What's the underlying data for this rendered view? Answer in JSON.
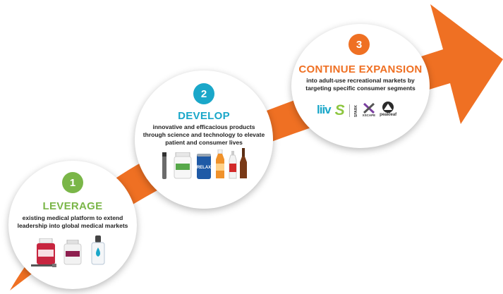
{
  "colors": {
    "arrow": "#ef7023",
    "leverage": "#7ab648",
    "develop": "#1aa7c9",
    "expansion": "#ef7023",
    "text": "#222222"
  },
  "steps": [
    {
      "number": "1",
      "title": "LEVERAGE",
      "description_lines": [
        "existing medical platform to extend",
        "leadership into global medical markets"
      ],
      "products": [
        "supplement-bottle-red-icon",
        "supplement-bottle-white-icon",
        "dropper-bottle-blue-icon",
        "syringe-icon"
      ]
    },
    {
      "number": "2",
      "title": "DEVELOP",
      "description_lines": [
        "innovative and efficacious products",
        "through science and technology to elevate",
        "patient and consumer lives"
      ],
      "products": [
        "vape-pen-icon",
        "supplement-jar-green-icon",
        "beverage-can-blue-icon",
        "beverage-bottle-orange-icon",
        "beverage-bottle-red-icon",
        "beer-bottle-brown-icon"
      ],
      "can_label": "RELAX"
    },
    {
      "number": "3",
      "title": "CONTINUE EXPANSION",
      "description_lines": [
        "into adult-use recreational markets by",
        "targeting specific consumer segments"
      ],
      "brands": {
        "liiv": "liiv",
        "s": "S",
        "spark": "SPARK",
        "x_caption": "XSCAPE",
        "peakleaf": "peakleaf"
      }
    }
  ]
}
